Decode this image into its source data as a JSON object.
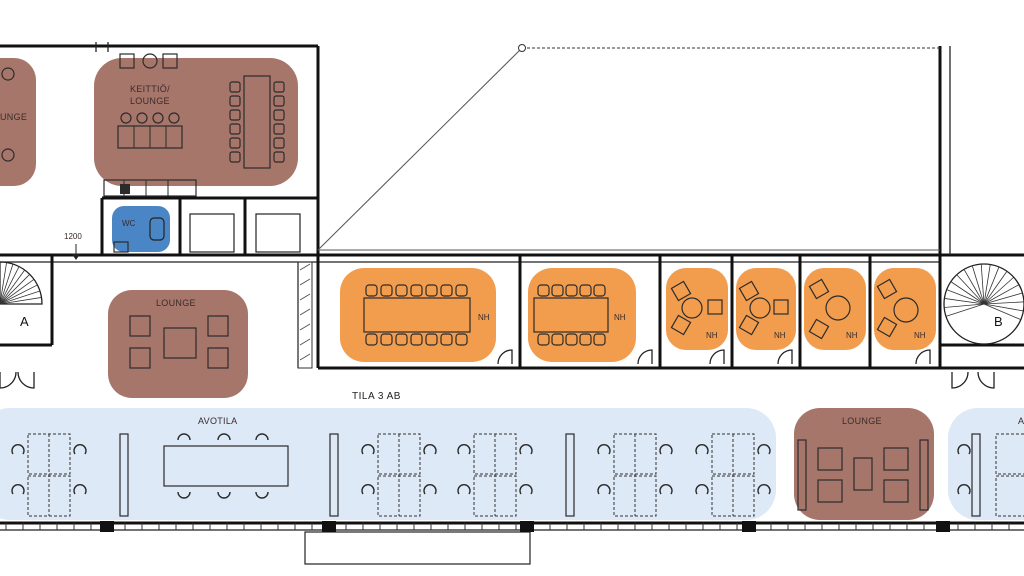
{
  "colors": {
    "lounge": "#a7766b",
    "meeting": "#f29d4e",
    "wc": "#4a86c5",
    "openspace": "#dde9f6",
    "wall": "#111111"
  },
  "labels": {
    "kitchen_line1": "KEITTIÖ/",
    "kitchen_line2": "LOUNGE",
    "left_lounge_partial": "UNGE",
    "wc": "WC",
    "dim_1200": "1200",
    "stair_a": "A",
    "stair_b": "B",
    "lounge_center": "LOUNGE",
    "lounge_right": "LOUNGE",
    "open_area": "AVOTILA",
    "right_open_partial": "A",
    "space_name": "TILA 3 AB",
    "nh": [
      "NH",
      "NH",
      "NH",
      "NH",
      "NH",
      "NH"
    ]
  }
}
